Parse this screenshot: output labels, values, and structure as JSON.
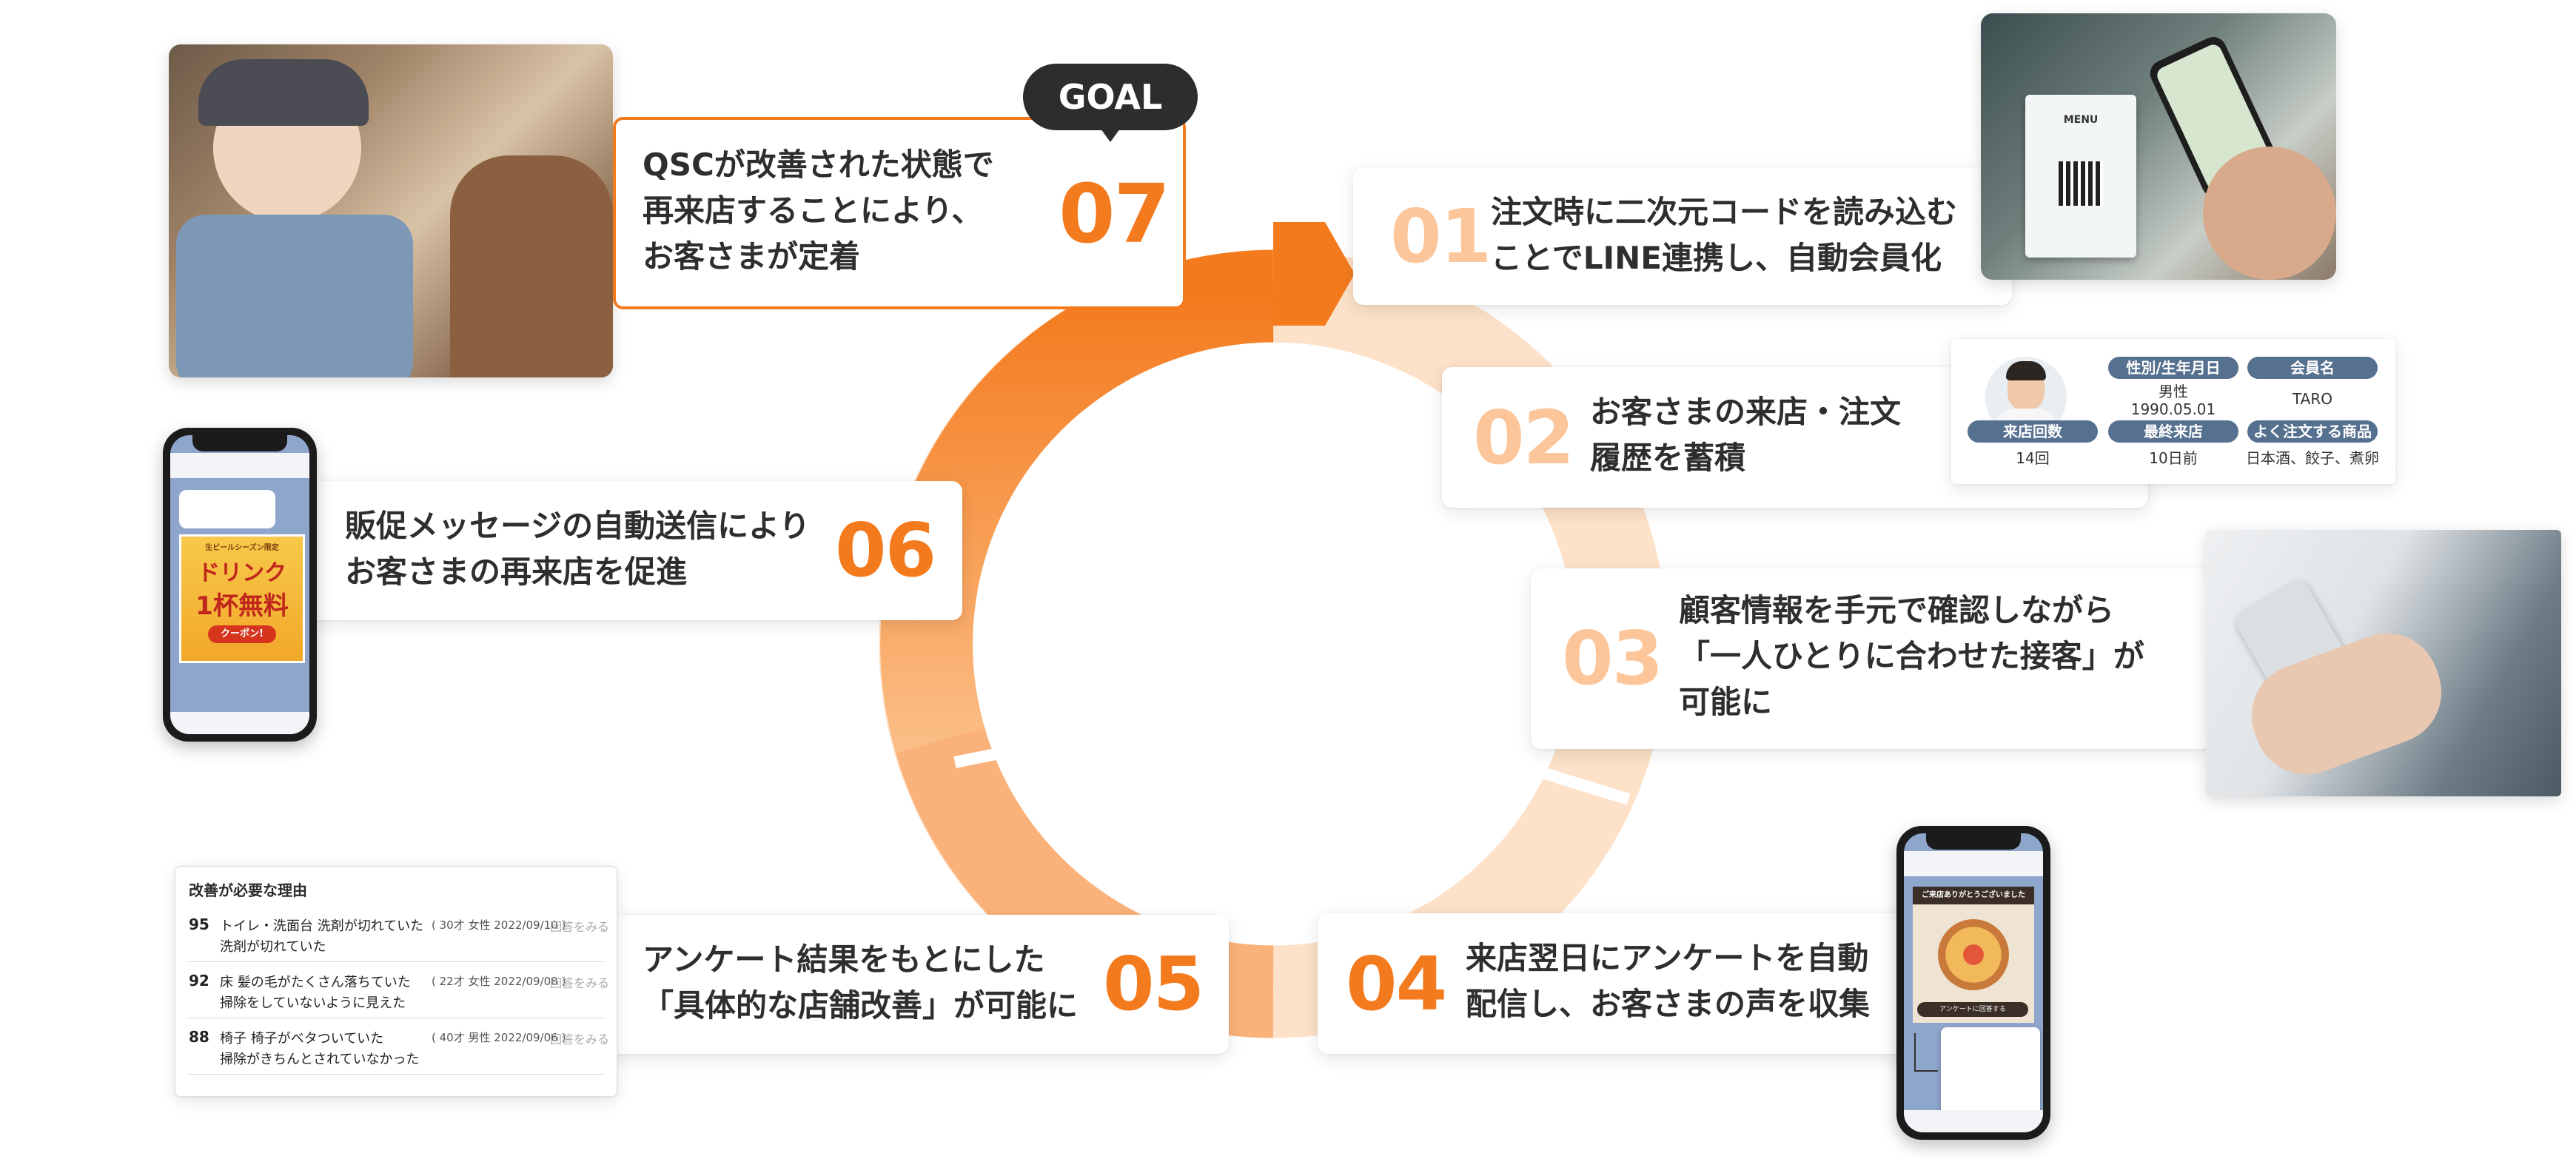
{
  "goal_badge": "GOAL",
  "steps": [
    {
      "number": "07",
      "text": [
        "QSCが改善された状態で",
        "再来店することにより、",
        "お客さまが定着"
      ]
    },
    {
      "number": "01",
      "text": [
        "注文時に二次元コードを読み込む",
        "ことでLINE連携し、自動会員化"
      ]
    },
    {
      "number": "02",
      "text": [
        "お客さまの来店・注文",
        "履歴を蓄積"
      ]
    },
    {
      "number": "03",
      "text": [
        "顧客情報を手元で確認しながら",
        "「一人ひとりに合わせた接客」が",
        "可能に"
      ]
    },
    {
      "number": "04",
      "text": [
        "来店翌日にアンケートを自動",
        "配信し、お客さまの声を収集"
      ]
    },
    {
      "number": "05",
      "text": [
        "アンケート結果をもとにした",
        "「具体的な店舗改善」が可能に"
      ]
    },
    {
      "number": "06",
      "text": [
        "販促メッセージの自動送信により",
        "お客さまの再来店を促進"
      ]
    }
  ],
  "profile_card": {
    "fields": [
      {
        "label": "性別/生年月日",
        "value": [
          "男性",
          "1990.05.01"
        ]
      },
      {
        "label": "会員名",
        "value": [
          "TARO"
        ]
      },
      {
        "label": "来店回数",
        "value": [
          "14回"
        ]
      },
      {
        "label": "最終来店",
        "value": [
          "10日前"
        ]
      },
      {
        "label": "よく注文する商品",
        "value": [
          "日本酒、餃子、煮卵"
        ]
      }
    ]
  },
  "survey": {
    "title": "改善が必要な理由",
    "rows": [
      {
        "score": "95",
        "title": "トイレ・洗面台 洗剤が切れていた",
        "meta": "( 30才 女性 2022/09/10 )",
        "link": "回答をみる",
        "comment": "洗剤が切れていた"
      },
      {
        "score": "92",
        "title": "床 髪の毛がたくさん落ちていた",
        "meta": "( 22才 女性 2022/09/08 )",
        "link": "回答をみる",
        "comment": "掃除をしていないように見えた"
      },
      {
        "score": "88",
        "title": "椅子 椅子がベタついていた",
        "meta": "( 40才 男性 2022/09/06 )",
        "link": "回答をみる",
        "comment": "掃除がきちんとされていなかった"
      }
    ]
  },
  "phone_promo": {
    "label_top": "生ビールシーズン限定",
    "line1": "ドリンク",
    "line2": "1杯無料",
    "coupon": "クーポン!"
  },
  "phone_survey": {
    "banner": "ご来店ありがとうございました",
    "button": "アンケートに回答する"
  },
  "menu_card": "MENU",
  "colors": {
    "accent": "#f47a1e",
    "accent_light": "#fcc69a",
    "pill": "#56708f"
  }
}
